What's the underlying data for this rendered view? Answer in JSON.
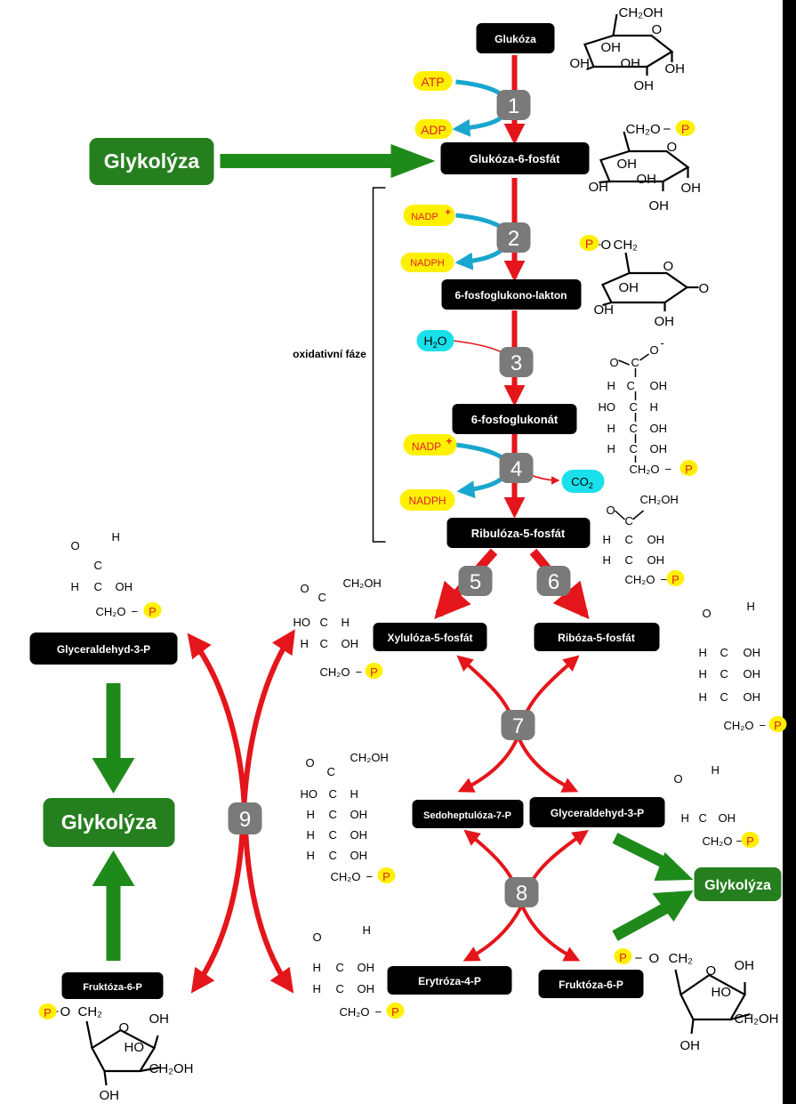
{
  "metabolites": {
    "glukoza": "Glukóza",
    "glukoza6p": "Glukóza-6-fosfát",
    "lakton": "6-fosfoglukono-lakton",
    "glukonat": "6-fosfoglukonát",
    "ribuloza": "Ribulóza-5-fosfát",
    "xyluloza": "Xylulóza-5-fosfát",
    "riboza": "Ribóza-5-fosfát",
    "sedoheptuloza": "Sedoheptulóza-7-P",
    "gap_right": "Glyceraldehyd-3-P",
    "erytroza": "Erytróza-4-P",
    "f6p_right": "Fruktóza-6-P",
    "gap_left": "Glyceraldehyd-3-P",
    "f6p_left": "Fruktóza-6-P"
  },
  "pathway_boxes": {
    "glykolyza_top": "Glykolýza",
    "glykolyza_mid": "Glykolýza",
    "glykolyza_right": "Glykolýza"
  },
  "cofactors": {
    "atp": "ATP",
    "adp": "ADP",
    "nadp1": "NADP",
    "nadph1": "NADPH",
    "h2o_h": "H",
    "h2o_sub": "2",
    "h2o_o": "O",
    "nadp2": "NADP",
    "nadph2": "NADPH",
    "co2_c": "CO",
    "co2_sub": "2",
    "plus": "+"
  },
  "steps": [
    "1",
    "2",
    "3",
    "4",
    "5",
    "6",
    "7",
    "8",
    "9"
  ],
  "phase_label": "oxidativní fáze",
  "structure_labels": {
    "oh": "OH",
    "ho": "HO",
    "h": "H",
    "o": "O",
    "c": "C",
    "p": "P",
    "ch2oh": "CH₂OH",
    "ch2": "CH₂",
    "ch2o": "CH₂O",
    "o_minus": "-",
    "dash": "−"
  },
  "colors": {
    "metabolite_box": "#000000",
    "pathway_box": "#267f1e",
    "step_badge": "#7a7a7a",
    "main_arrow": "#e4161b",
    "cofactor_arrow": "#19a6cf",
    "cofactor_pill_yellow": "#fff000",
    "cofactor_pill_cyan": "#19e0ea",
    "cofactor_text": "#e0202a",
    "glycolysis_arrow": "#1e8a1a"
  }
}
